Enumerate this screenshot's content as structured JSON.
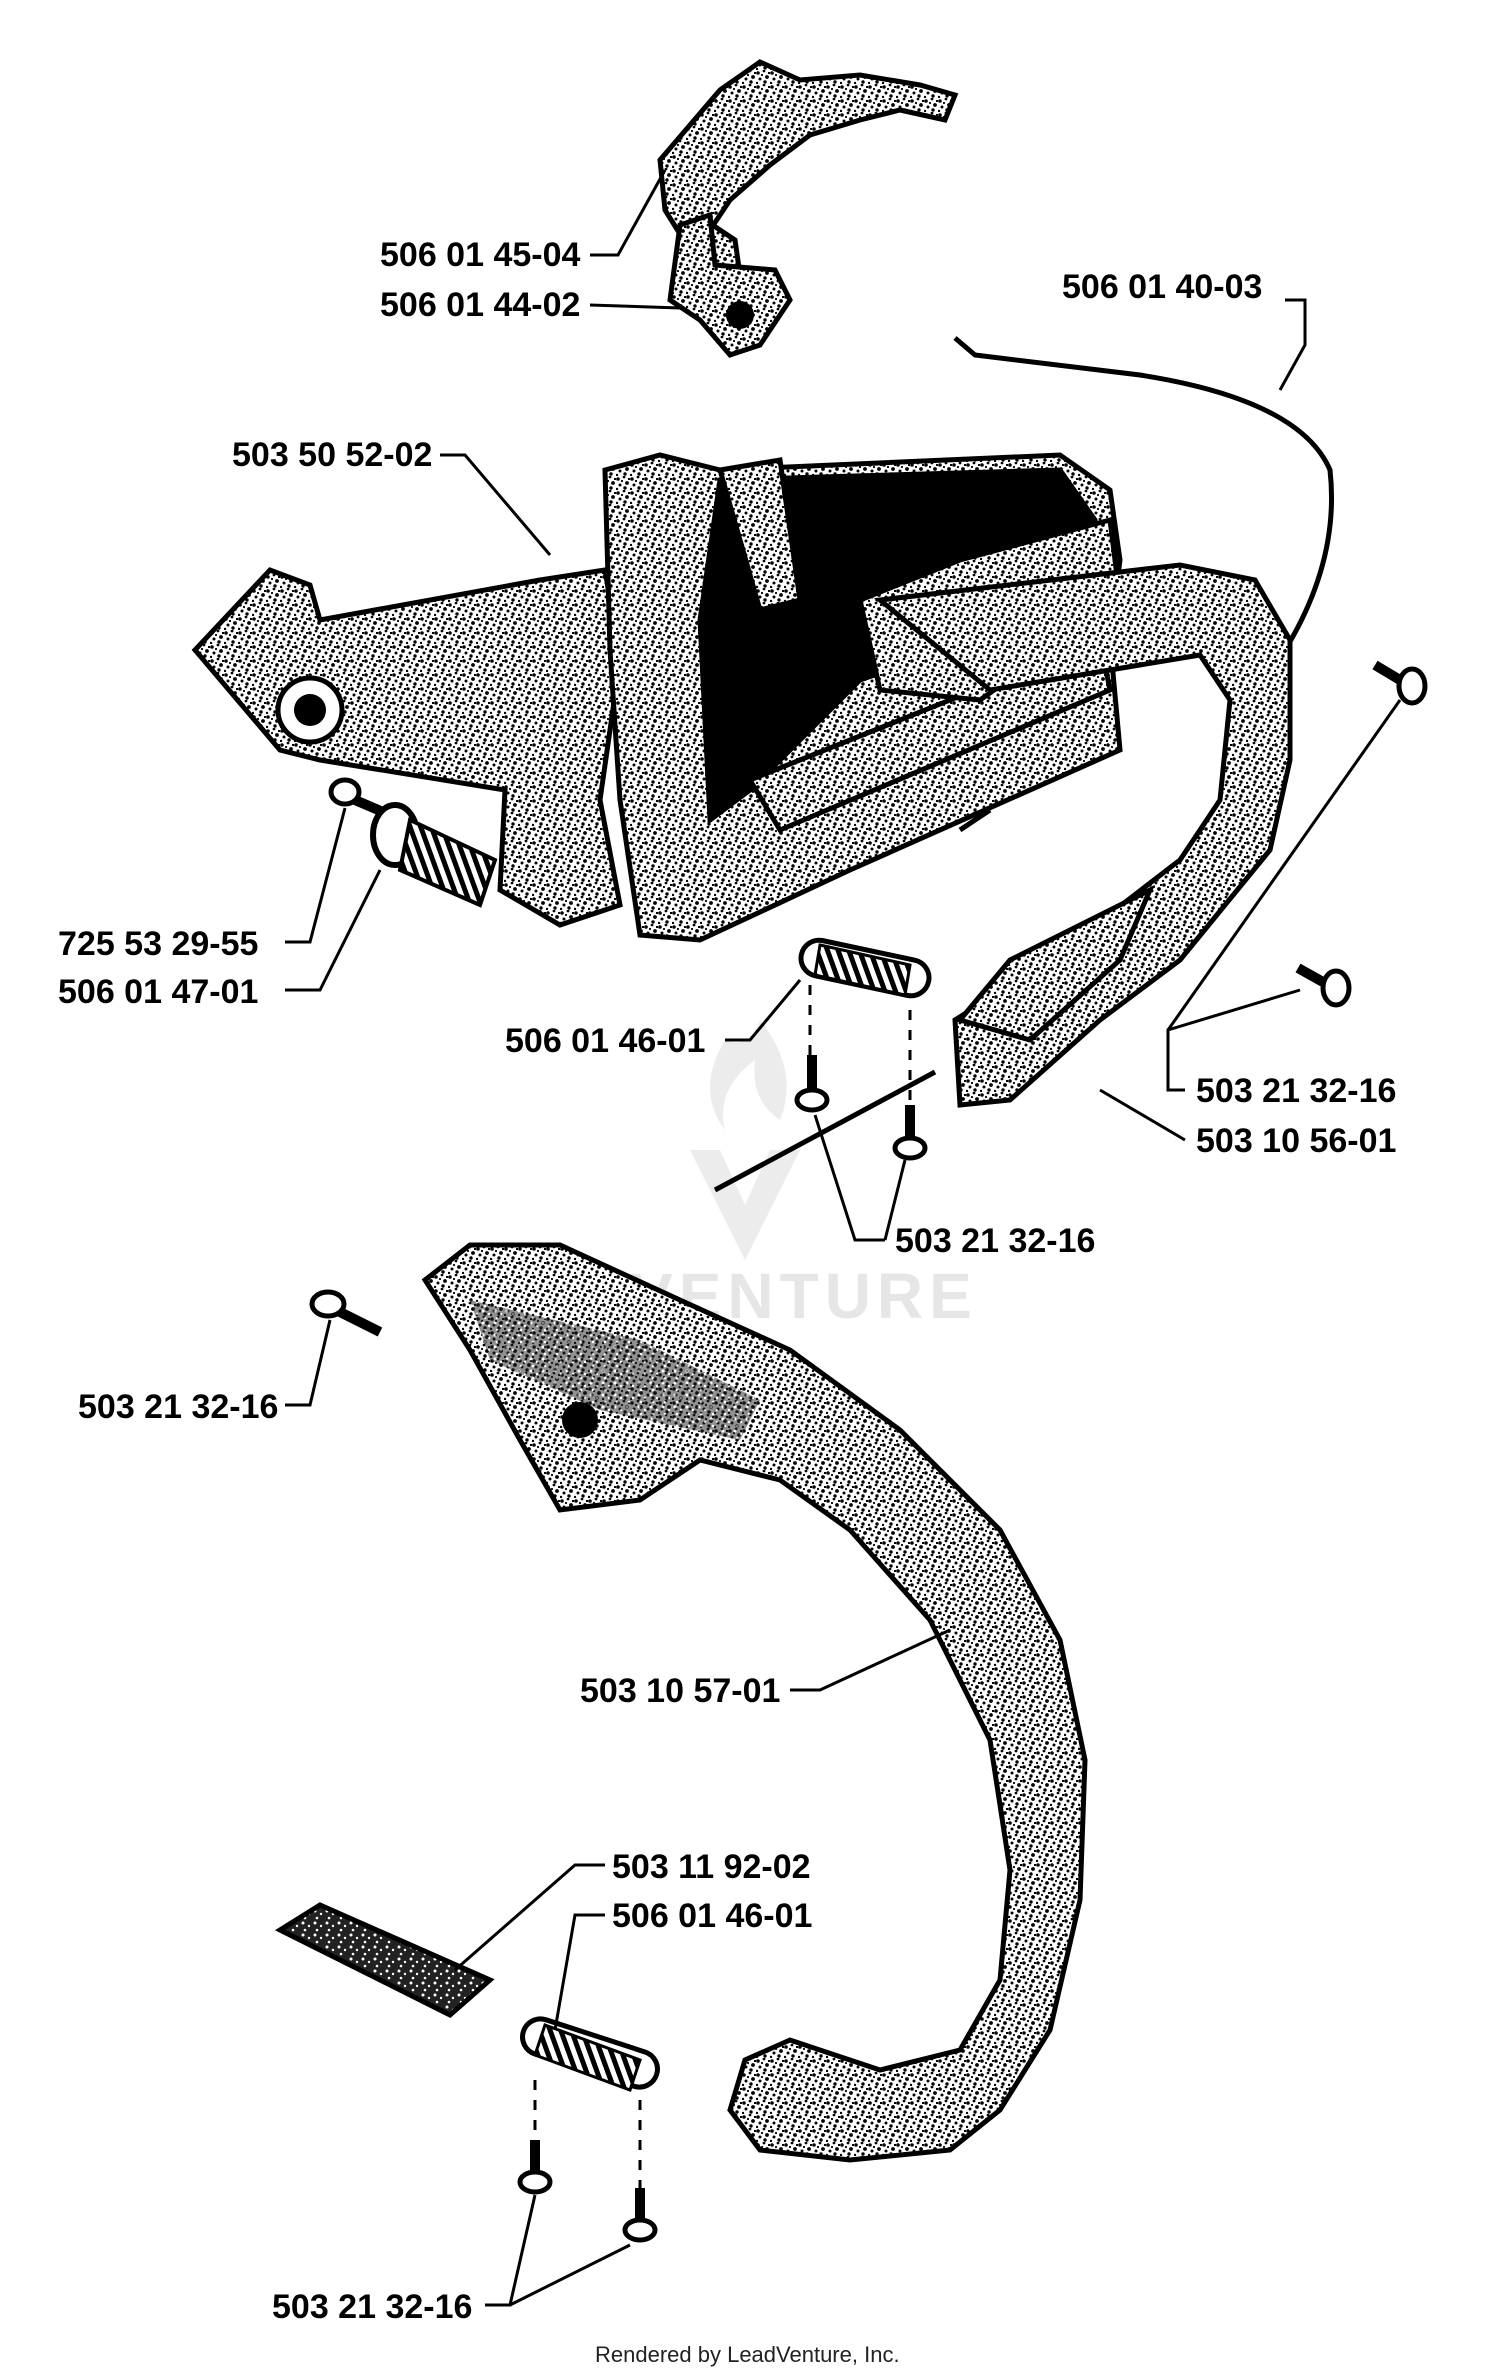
{
  "labels": {
    "p_506_01_45_04": "506 01 45-04",
    "p_506_01_44_02": "506 01 44-02",
    "p_506_01_40_03": "506 01 40-03",
    "p_503_50_52_02": "503 50 52-02",
    "p_725_53_29_55": "725 53 29-55",
    "p_506_01_47_01": "506 01 47-01",
    "p_506_01_46_01_top": "506 01 46-01",
    "p_503_21_32_16_right": "503 21 32-16",
    "p_503_10_56_01": "503 10 56-01",
    "p_503_21_32_16_center": "503 21 32-16",
    "p_503_21_32_16_left": "503 21 32-16",
    "p_503_10_57_01": "503 10 57-01",
    "p_503_11_92_02": "503 11 92-02",
    "p_506_01_46_01_bottom": "506 01 46-01",
    "p_503_21_32_16_bottom": "503 21 32-16"
  },
  "watermark": "VENTURE",
  "footer": "Rendered by LeadVenture, Inc.",
  "colors": {
    "ink": "#000000",
    "paper": "#ffffff",
    "texture": "#555555"
  }
}
